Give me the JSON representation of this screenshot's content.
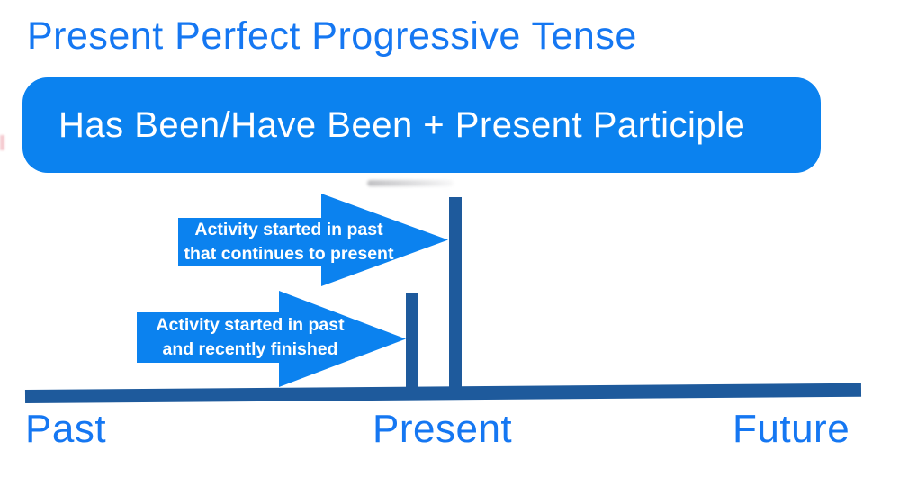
{
  "title": "Present Perfect Progressive Tense",
  "formula_box": {
    "text": "Has Been/Have Been + Present Participle"
  },
  "arrows": [
    {
      "name": "continues-to-present",
      "line1": "Activity started in past",
      "line2": "that continues to present"
    },
    {
      "name": "recently-finished",
      "line1": "Activity started in past",
      "line2": "and recently finished"
    }
  ],
  "timeline": {
    "labels": [
      "Past",
      "Present",
      "Future"
    ],
    "ticks": [
      "present-tall-tick",
      "recently-finished-short-tick"
    ]
  },
  "colors": {
    "bright_blue_fill": "#0b82ef",
    "blue_text": "#1577f2",
    "dark_blue_timeline": "#1e5a9c",
    "white_text": "#ffffff"
  }
}
